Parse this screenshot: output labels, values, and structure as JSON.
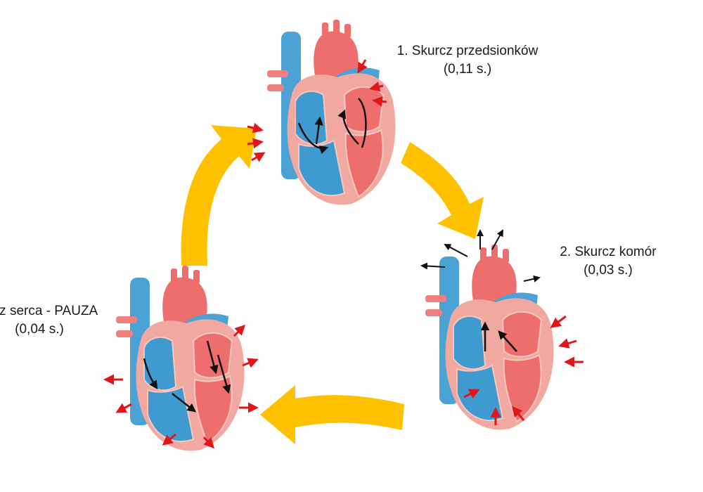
{
  "colors": {
    "arrow_cycle": "#FFC000",
    "vessel_blue": "#4AA3D4",
    "chamber_blue": "#3F9BCF",
    "heart_pink": "#F0A8A0",
    "heart_red": "#EE6E6E",
    "force_arrow": "#E0161B",
    "flow_arrow": "#111111"
  },
  "phases": [
    {
      "title": "1. Skurcz przedsionków",
      "duration": "(0,11 s.)"
    },
    {
      "title": "2. Skurcz komór",
      "duration": "(0,03 s.)"
    },
    {
      "title": "urcz serca - PAUZA",
      "duration": "(0,04 s.)"
    }
  ],
  "icons": {
    "cycle_arrow": "curved-block-arrow",
    "heart": "heart-cross-section-icon"
  }
}
